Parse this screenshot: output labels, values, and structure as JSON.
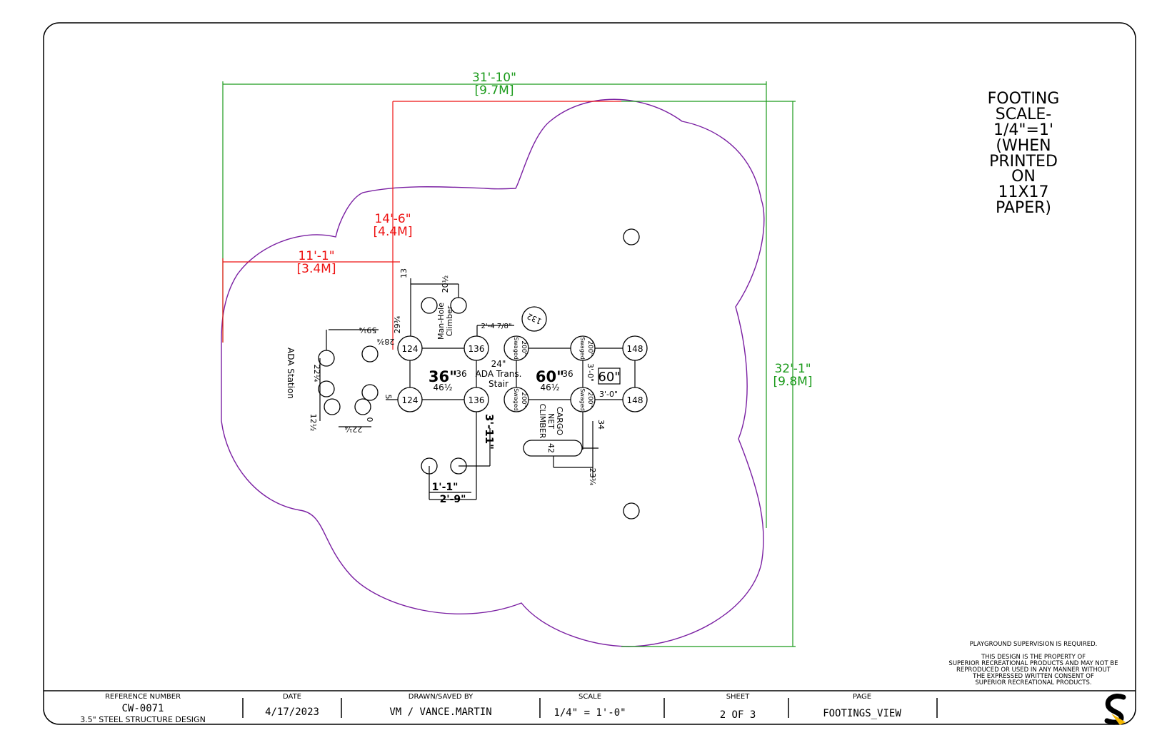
{
  "dimensions": {
    "overall_width": "31'-10\"",
    "overall_width_m": "[9.7M]",
    "overall_depth": "32'-1\"",
    "overall_depth_m": "[9.8M]",
    "offset_a": "14'-6\"",
    "offset_a_m": "[4.4M]",
    "offset_b": "11'-1\"",
    "offset_b_m": "[3.4M]"
  },
  "colors": {
    "green_dim": "#1a9a1a",
    "red_dim": "#ee1111",
    "border": "#7a1fa2",
    "logo_yellow": "#f5b800"
  },
  "footing_scale_lines": [
    "FOOTING",
    "SCALE-",
    "1/4\"=1'",
    "(WHEN",
    "PRINTED",
    "ON",
    "11X17",
    "PAPER)"
  ],
  "footings": {
    "f124a": "124",
    "f124b": "124",
    "f136a": "136",
    "f136b": "136",
    "f148a": "148",
    "f148b": "148",
    "f200a": "200\"",
    "f200b": "200\"",
    "f200c": "200\"",
    "f200d": "200\"",
    "swaged": "Swaged",
    "f132": "132"
  },
  "labels": {
    "ada_station": "ADA Station",
    "man_hole": "Man-Hole",
    "climber": "Climber",
    "ada_trans": "ADA Trans.",
    "stair": "Stair",
    "cargo": "CARGO",
    "net": "NET",
    "climber2": "CLIMBER",
    "d24": "24\"",
    "d36big": "36\"",
    "d60big": "60\"",
    "d60box": "60\"",
    "d36a": "36",
    "d36b": "36",
    "d46a": "46½",
    "d46b": "46½",
    "d2_4": "2'-4 7/8\"",
    "d3_0a": "3'-0\"",
    "d3_0b": "3'-0\"",
    "d3_11": "3'-11\"",
    "d1_1": "1'-1\"",
    "d2_9": "2'-9\"",
    "d34": "34",
    "d42": "42",
    "d23": "23¾",
    "d13": "13",
    "d20": "20½",
    "d29": "29¾",
    "d28": "28¾",
    "d59": "59¼",
    "d22a": "22¼",
    "d22b": "22¼",
    "d12": "12½",
    "d5": "5",
    "d0": "0"
  },
  "notes": {
    "supervision": "PLAYGROUND SUPERVISION IS REQUIRED.",
    "property_lines": [
      "THIS DESIGN IS THE PROPERTY OF",
      "SUPERIOR RECREATIONAL PRODUCTS AND MAY NOT BE",
      "REPRODUCED OR USED IN ANY MANNER WITHOUT",
      "THE EXPRESSED WRITTEN CONSENT OF",
      "SUPERIOR RECREATIONAL PRODUCTS."
    ]
  },
  "title_block": {
    "ref_label": "REFERENCE NUMBER",
    "ref_value": "CW-0071",
    "ref_desc": "3.5\" STEEL STRUCTURE DESIGN",
    "date_label": "DATE",
    "date_value": "4/17/2023",
    "drawn_label": "DRAWN/SAVED BY",
    "drawn_value": "VM / VANCE.MARTIN",
    "scale_label": "SCALE",
    "scale_value": "1/4\" = 1'-0\"",
    "sheet_label": "SHEET",
    "sheet_value": "2 OF 3",
    "page_label": "PAGE",
    "page_value": "FOOTINGS_VIEW",
    "logo_letter": "S"
  }
}
